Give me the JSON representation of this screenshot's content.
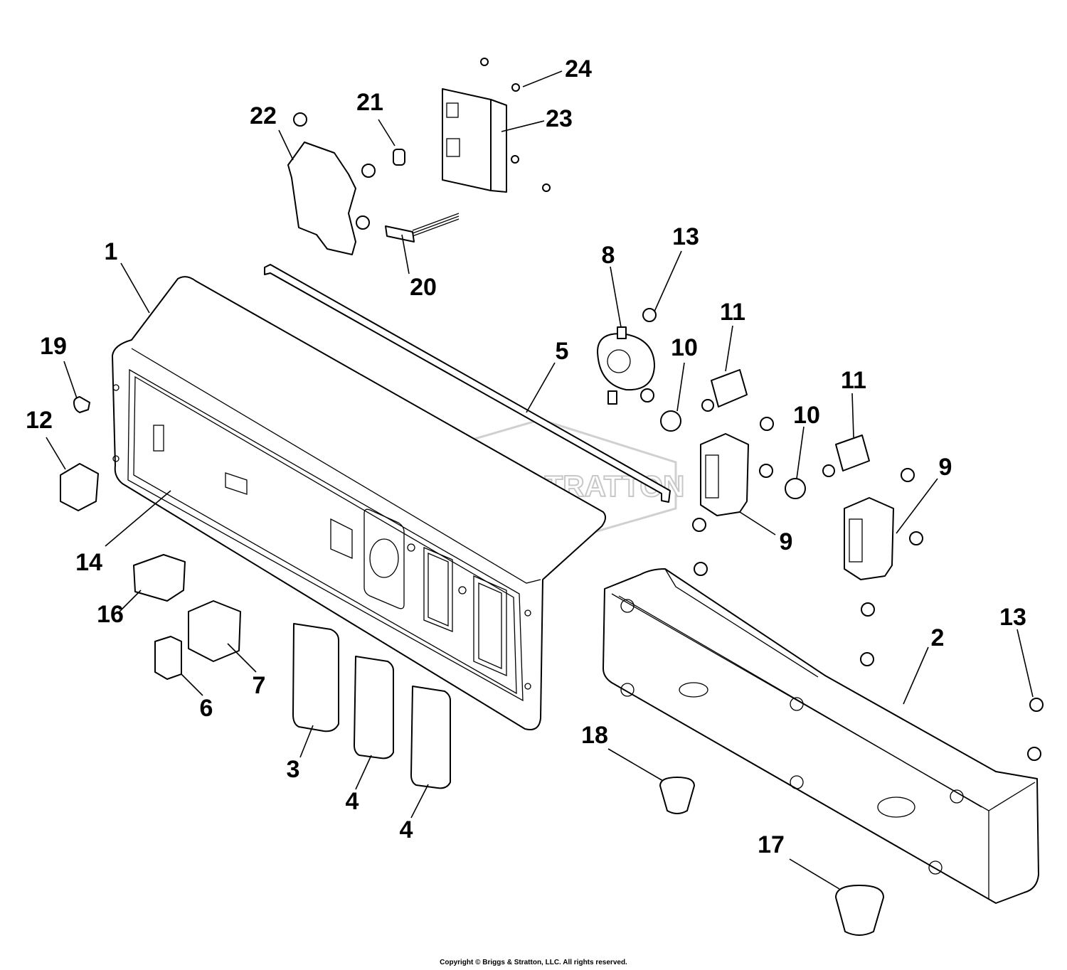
{
  "watermark": "BRIGGS&STRATTON",
  "copyright": "Copyright © Briggs & Stratton, LLC. All rights reserved.",
  "callouts": [
    {
      "id": "c1",
      "label": "1"
    },
    {
      "id": "c2",
      "label": "2"
    },
    {
      "id": "c3",
      "label": "3"
    },
    {
      "id": "c4a",
      "label": "4"
    },
    {
      "id": "c4b",
      "label": "4"
    },
    {
      "id": "c5",
      "label": "5"
    },
    {
      "id": "c6",
      "label": "6"
    },
    {
      "id": "c7",
      "label": "7"
    },
    {
      "id": "c8",
      "label": "8"
    },
    {
      "id": "c9a",
      "label": "9"
    },
    {
      "id": "c9b",
      "label": "9"
    },
    {
      "id": "c10a",
      "label": "10"
    },
    {
      "id": "c10b",
      "label": "10"
    },
    {
      "id": "c11a",
      "label": "11"
    },
    {
      "id": "c11b",
      "label": "11"
    },
    {
      "id": "c12",
      "label": "12"
    },
    {
      "id": "c13a",
      "label": "13"
    },
    {
      "id": "c13b",
      "label": "13"
    },
    {
      "id": "c14",
      "label": "14"
    },
    {
      "id": "c16",
      "label": "16"
    },
    {
      "id": "c17",
      "label": "17"
    },
    {
      "id": "c18",
      "label": "18"
    },
    {
      "id": "c19",
      "label": "19"
    },
    {
      "id": "c20",
      "label": "20"
    },
    {
      "id": "c21",
      "label": "21"
    },
    {
      "id": "c22",
      "label": "22"
    },
    {
      "id": "c23",
      "label": "23"
    },
    {
      "id": "c24",
      "label": "24"
    }
  ]
}
